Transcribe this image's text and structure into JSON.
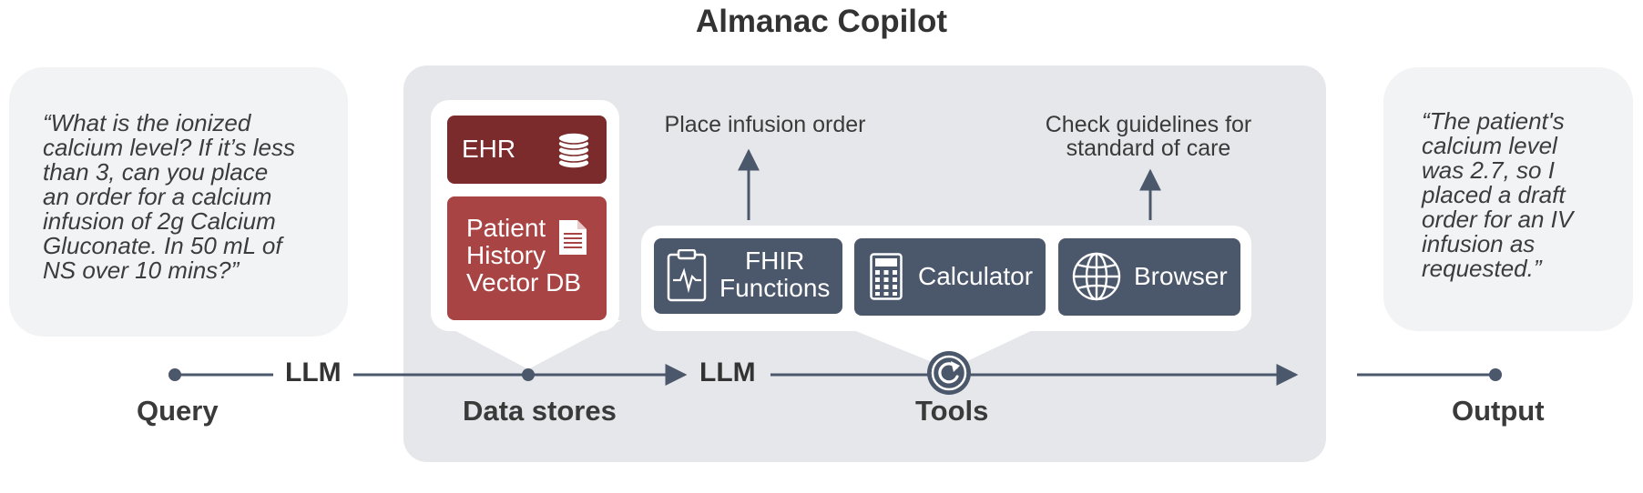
{
  "title": "Almanac Copilot",
  "query": {
    "text_lines": [
      "“What is the ionized",
      "calcium level? If it’s less",
      "than 3, can you place",
      "an order for a calcium",
      "infusion of 2g Calcium",
      "Gluconate. In 50 mL of",
      "NS over 10 mins?”"
    ]
  },
  "output": {
    "text_lines": [
      "“The patient's",
      "calcium level",
      "was 2.7, so I",
      "placed a draft",
      "order for an IV",
      "infusion as",
      "requested.”"
    ]
  },
  "data_stores": {
    "ehr_label": "EHR",
    "vector_lines": [
      "Patient",
      "History",
      "Vector DB"
    ]
  },
  "tools": {
    "fhir_lines": [
      "FHIR",
      "Functions"
    ],
    "calculator_label": "Calculator",
    "browser_label": "Browser"
  },
  "actions": {
    "place_order": "Place infusion order",
    "check_guidelines_lines": [
      "Check guidelines for",
      "standard of care"
    ]
  },
  "flow": {
    "llm_1": "LLM",
    "llm_2": "LLM",
    "stage_query": "Query",
    "stage_data_stores": "Data stores",
    "stage_tools": "Tools",
    "stage_output": "Output"
  },
  "colors": {
    "ehr": "#7b2b2b",
    "vector_db": "#a84443",
    "tool": "#4b576b",
    "panel": "#e6e7ea",
    "bubble": "#f2f3f5",
    "line": "#4b576b"
  },
  "icons": {
    "ehr": "database-icon",
    "vector_db": "document-icon",
    "fhir": "clipboard-ecg-icon",
    "calculator": "calculator-icon",
    "browser": "globe-icon",
    "loop": "refresh-icon"
  }
}
